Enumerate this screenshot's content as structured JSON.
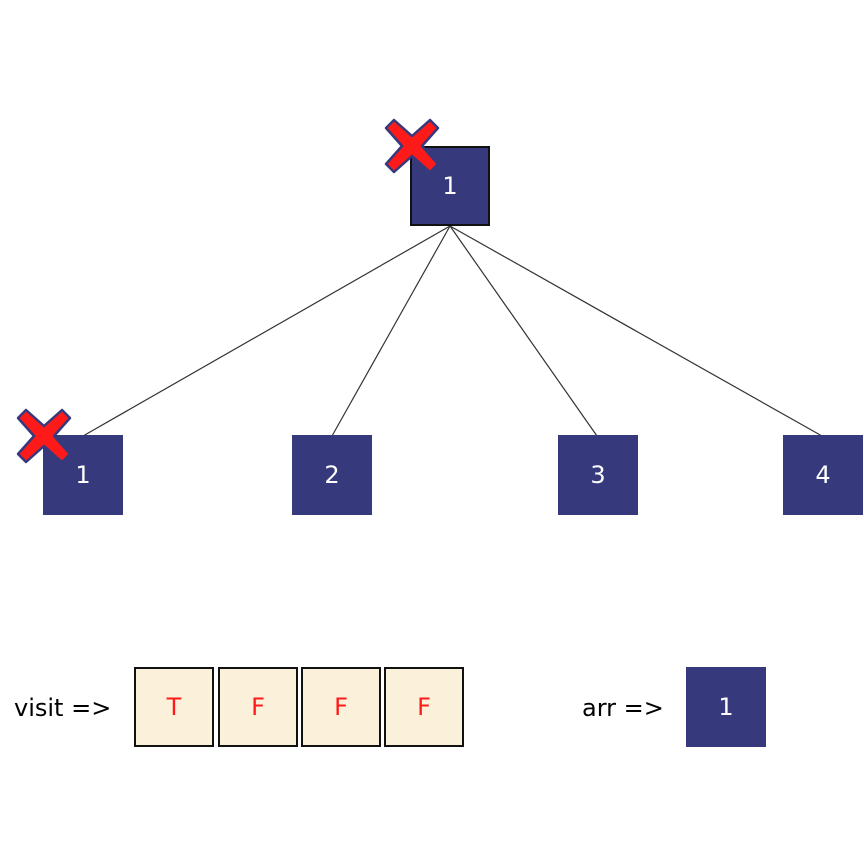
{
  "tree": {
    "root": {
      "label": "1",
      "crossed": true
    },
    "children": [
      {
        "label": "1",
        "crossed": true
      },
      {
        "label": "2",
        "crossed": false
      },
      {
        "label": "3",
        "crossed": false
      },
      {
        "label": "4",
        "crossed": false
      }
    ]
  },
  "visit": {
    "label": "visit =>",
    "values": [
      "T",
      "F",
      "F",
      "F"
    ]
  },
  "arr": {
    "label": "arr =>",
    "values": [
      "1"
    ]
  },
  "colors": {
    "node_fill": "#363a7c",
    "cell_fill": "#fbf1da",
    "cell_text": "#ff1a1a",
    "cross_fill": "#ff1a1a"
  },
  "icons": {
    "cross": "x-mark-icon"
  }
}
